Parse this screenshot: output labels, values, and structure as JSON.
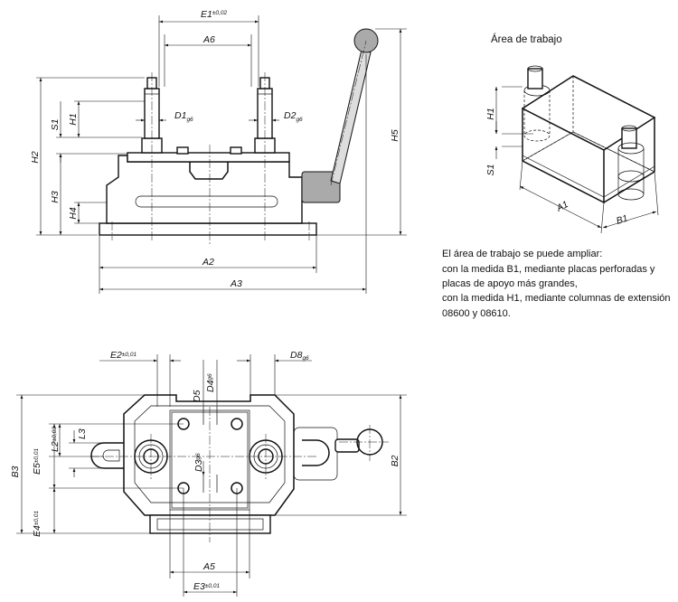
{
  "work_area": {
    "title": "Área de trabajo",
    "labels": {
      "a1": "A1",
      "b1": "B1",
      "h1": "H1",
      "s1": "S1"
    },
    "note_lines": [
      "El área de trabajo se puede ampliar:",
      "con la medida B1, mediante placas perforadas y",
      "placas de apoyo más grandes,",
      "con la medida H1, mediante columnas de extensión",
      "08600 y 08610."
    ]
  },
  "front_view": {
    "e1": {
      "name": "E1",
      "tol": "±0,02"
    },
    "a6": "A6",
    "d1": {
      "name": "D1",
      "tol": "g6"
    },
    "d2": {
      "name": "D2",
      "tol": "g6"
    },
    "s1": "S1",
    "h1": "H1",
    "h2": "H2",
    "h3": "H3",
    "h4": "H4",
    "h5": "H5",
    "a2": "A2",
    "a3": "A3"
  },
  "top_view": {
    "e2": {
      "name": "E2",
      "tol": "±0,01"
    },
    "d8": {
      "name": "D8",
      "tol": "g6"
    },
    "d5": "D5",
    "d4": {
      "name": "D4",
      "tol": "g6"
    },
    "d3": {
      "name": "D3",
      "tol": "g6"
    },
    "l2": {
      "name": "L2",
      "tol": "±0,03"
    },
    "l3": "L3",
    "e5": {
      "name": "E5",
      "tol": "±0,01"
    },
    "e4": {
      "name": "E4",
      "tol": "±0,01"
    },
    "b3": "B3",
    "b2": "B2",
    "a5": "A5",
    "e3": {
      "name": "E3",
      "tol": "±0,01"
    }
  }
}
